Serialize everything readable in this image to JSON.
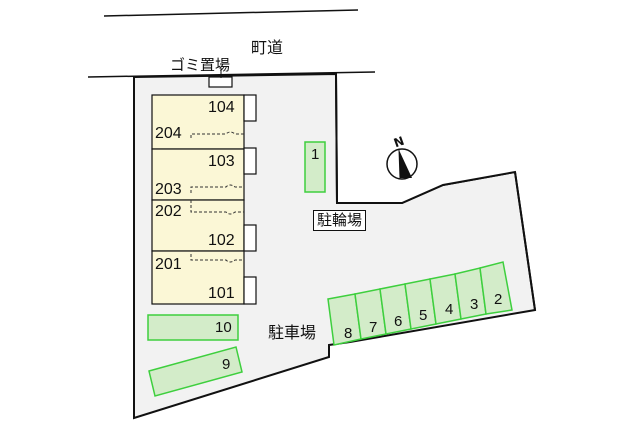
{
  "labels": {
    "road": "町道",
    "garbage": "ゴミ置場",
    "bicycle": "駐輪場",
    "parking": "駐車場",
    "north": "N"
  },
  "building": {
    "rooms_ground": [
      "104",
      "103",
      "102",
      "101"
    ],
    "rooms_upper": [
      "204",
      "203",
      "202",
      "201"
    ]
  },
  "parking_spaces": [
    "1",
    "2",
    "3",
    "4",
    "5",
    "6",
    "7",
    "8",
    "9",
    "10"
  ],
  "colors": {
    "site_fill": "#f2f2f2",
    "building_fill": "#fbf7d6",
    "parking_fill": "#d3ecc9",
    "parking_stroke": "#3ecf3e",
    "line": "#111111"
  }
}
